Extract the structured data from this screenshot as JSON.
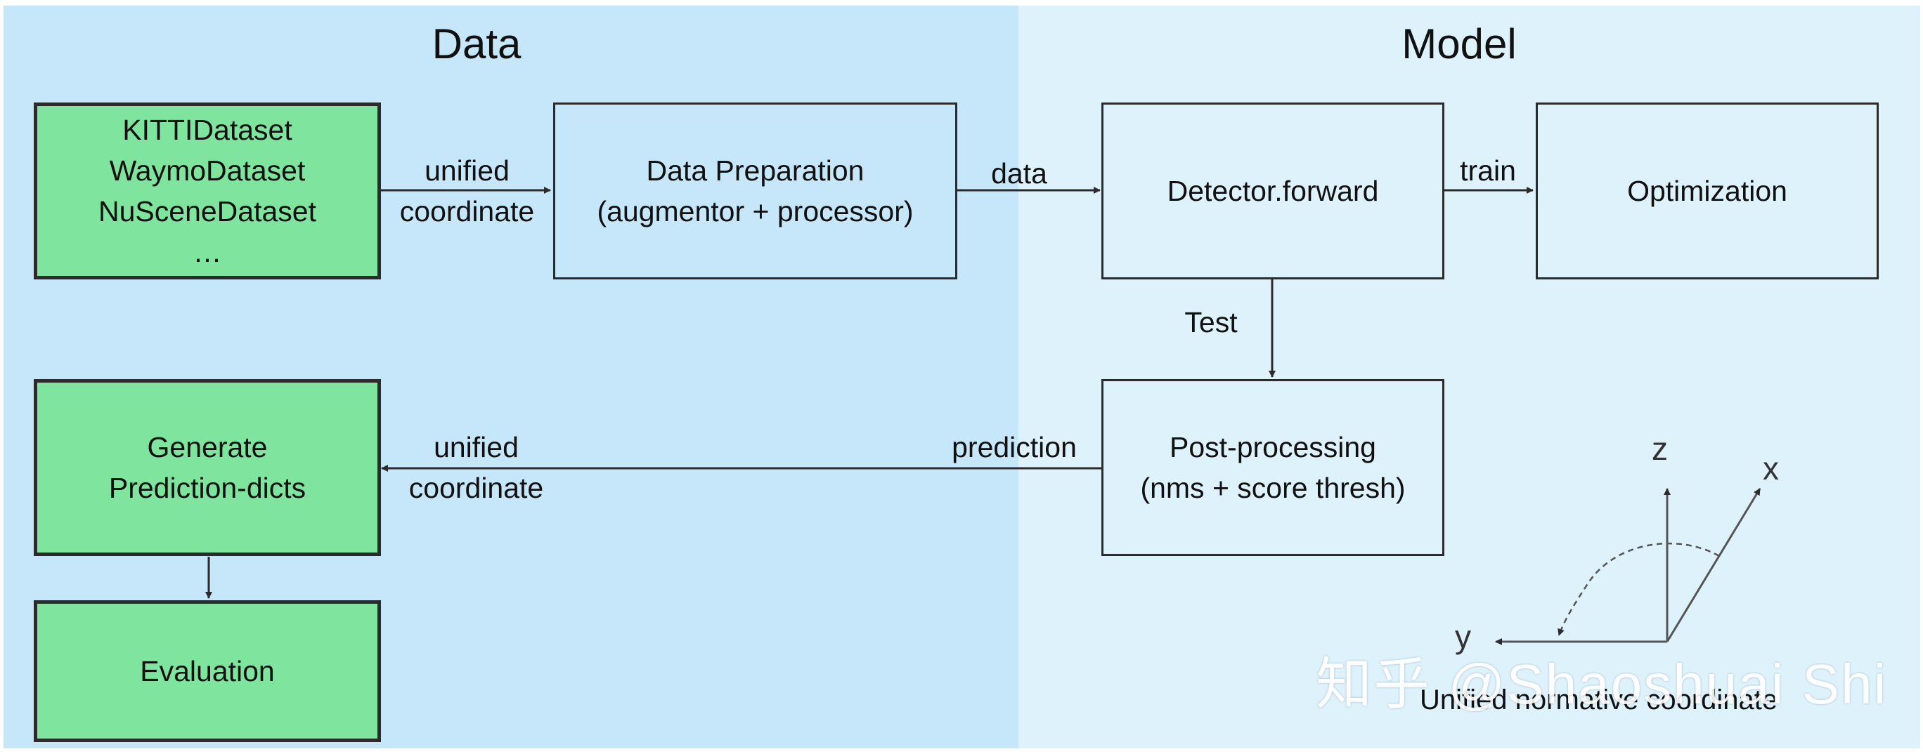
{
  "sections": {
    "data_title": "Data",
    "model_title": "Model"
  },
  "boxes": {
    "datasets": [
      "KITTIDataset",
      "WaymoDataset",
      "NuSceneDataset",
      "…"
    ],
    "data_preparation": [
      "Data Preparation",
      "(augmentor + processor)"
    ],
    "detector_forward": "Detector.forward",
    "optimization": "Optimization",
    "generate_prediction": [
      "Generate",
      "Prediction-dicts"
    ],
    "post_processing": [
      "Post-processing",
      "(nms + score thresh)"
    ],
    "evaluation": "Evaluation"
  },
  "edge_labels": {
    "unified_coordinate_top": [
      "unified",
      "coordinate"
    ],
    "data": "data",
    "train": "train",
    "test": "Test",
    "prediction": "prediction",
    "unified_coordinate_bottom": [
      "unified",
      "coordinate"
    ]
  },
  "axes": {
    "z": "z",
    "x": "x",
    "y": "y",
    "caption": "Unified normative coordinate"
  },
  "watermark": "知乎 @Shaoshuai Shi",
  "colors": {
    "data_panel": "#c6e6f9",
    "model_panel": "#def2fc",
    "dataset_box": "#7fe59e",
    "line": "#2b2b2b"
  }
}
